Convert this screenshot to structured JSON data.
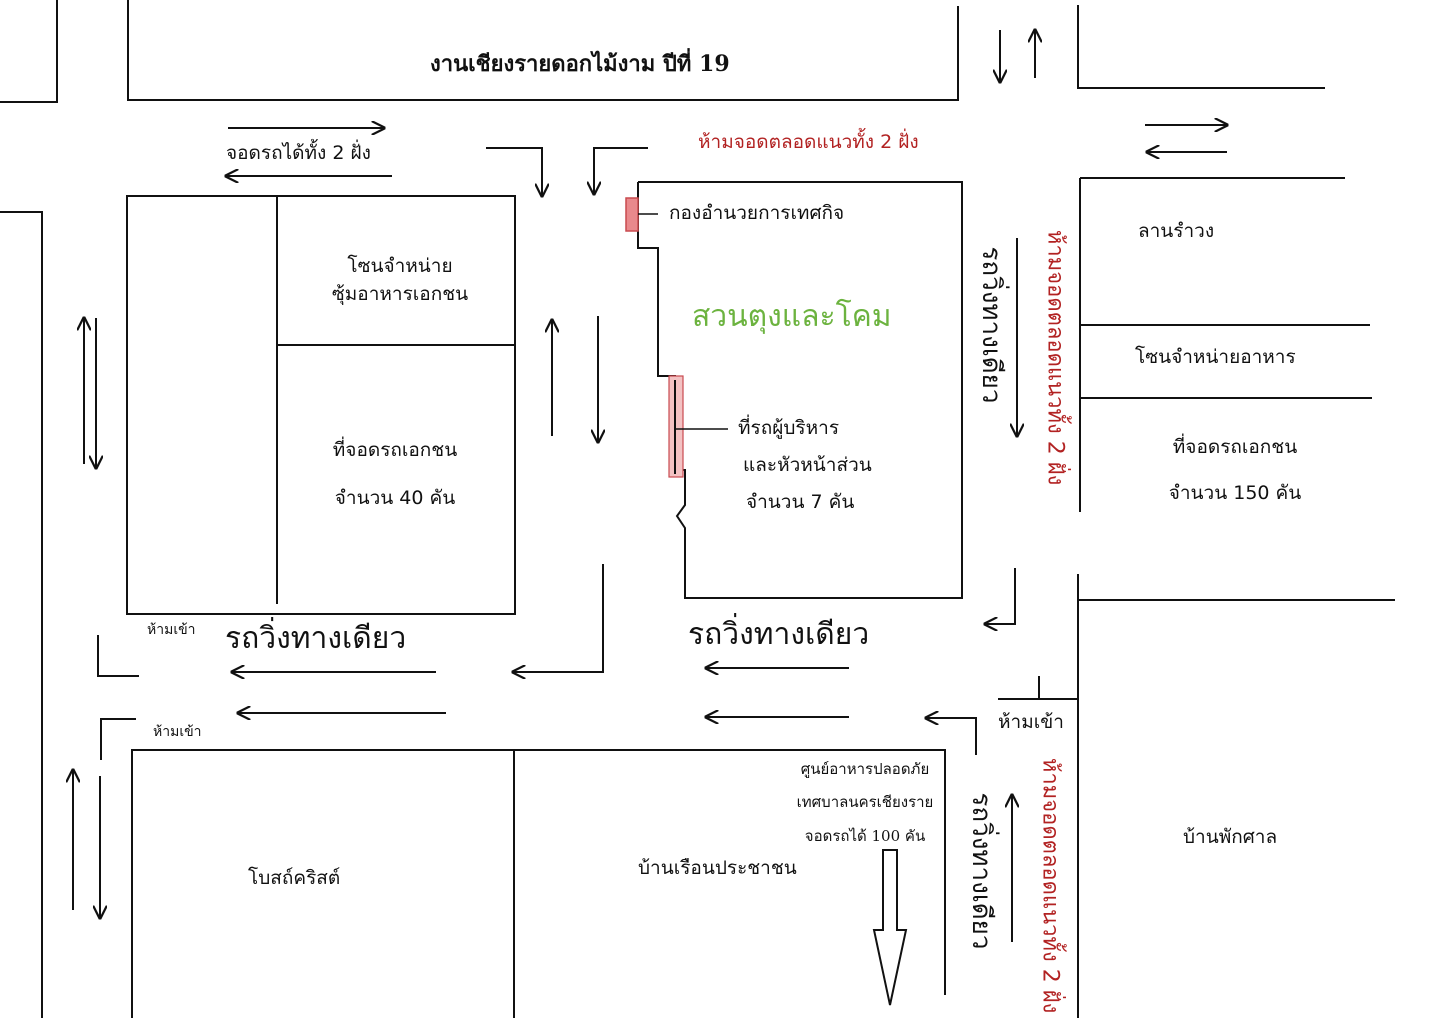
{
  "colors": {
    "line": "#111111",
    "warning_text": "#b22222",
    "park_text": "#6cb33f",
    "marker_fill": "#e9898c",
    "marker_stroke": "#c94a4f"
  },
  "title": "งานเชียงรายดอกไม้งาม ปีที่ 19",
  "notes": {
    "park_both_sides": "จอดรถได้ทั้ง 2 ฝั่ง",
    "no_park_top": "ห้ามจอดตลอดแนวทั้ง 2 ฝั่ง",
    "no_park_right_upper": "ห้ามจอดตลอดแนวทั้ง 2 ฝั่ง",
    "no_park_right_lower": "ห้ามจอดตลอดแนวทั้ง 2 ฝั่ง",
    "one_way_left": "รถวิ่งทางเดียว",
    "one_way_center": "รถวิ่งทางเดียว",
    "one_way_vertical_upper": "รถวิ่งทางเดียว",
    "one_way_vertical_lower": "รถวิ่งทางเดียว",
    "no_entry_a": "ห้ามเข้า",
    "no_entry_b": "ห้ามเข้า",
    "no_entry_c": "ห้ามเข้า"
  },
  "zones": {
    "festival_office": "กองอำนวยการเทศกิจ",
    "park_name": "สวนตุงและโคม",
    "private_food_line1": "โซนจำหน่าย",
    "private_food_line2": "ซุ้มอาหารเอกชน",
    "private_parking_40_line1": "ที่จอดรถเอกชน",
    "private_parking_40_line2": "จำนวน 40 คัน",
    "exec_parking_line1": "ที่รถผู้บริหาร",
    "exec_parking_line2": "และหัวหน้าส่วน",
    "exec_parking_line3": "จำนวน 7 คัน",
    "dance_ground": "ลานรำวง",
    "food_zone": "โซนจำหน่ายอาหาร",
    "private_parking_150_line1": "ที่จอดรถเอกชน",
    "private_parking_150_line2": "จำนวน 150 คัน",
    "food_center_line1": "ศูนย์อาหารปลอดภัย",
    "food_center_line2": "เทศบาลนครเชียงราย",
    "food_center_line3": "จอดรถได้ 100 คัน",
    "church": "โบสถ์คริสต์",
    "homes": "บ้านเรือนประชาชน",
    "courthouse_residence": "บ้านพักศาล"
  }
}
